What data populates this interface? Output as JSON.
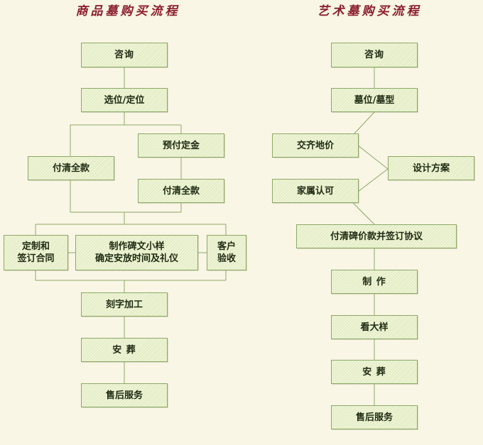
{
  "titles": {
    "left": "商品墓购买流程",
    "right": "艺术墓购买流程"
  },
  "left_flow": {
    "consult": "咨询",
    "select_position": "选位/定位",
    "prepay_deposit": "预付定金",
    "pay_full_a": "付清全款",
    "pay_full_b": "付清全款",
    "contract": "定制和\n签订合同",
    "inscription": "制作碑文小样\n确定安放时间及礼仪",
    "acceptance": "客户\n验收",
    "engraving": "刻字加工",
    "burial": "安 葬",
    "after_sales": "售后服务"
  },
  "right_flow": {
    "consult": "咨询",
    "plot_type": "墓位/墓型",
    "pay_land": "交齐地价",
    "design": "设计方案",
    "family_approve": "家属认可",
    "pay_sign": "付清碑价款并签订协议",
    "make": "制 作",
    "sample": "看大样",
    "burial": "安 葬",
    "after_sales": "售后服务"
  }
}
